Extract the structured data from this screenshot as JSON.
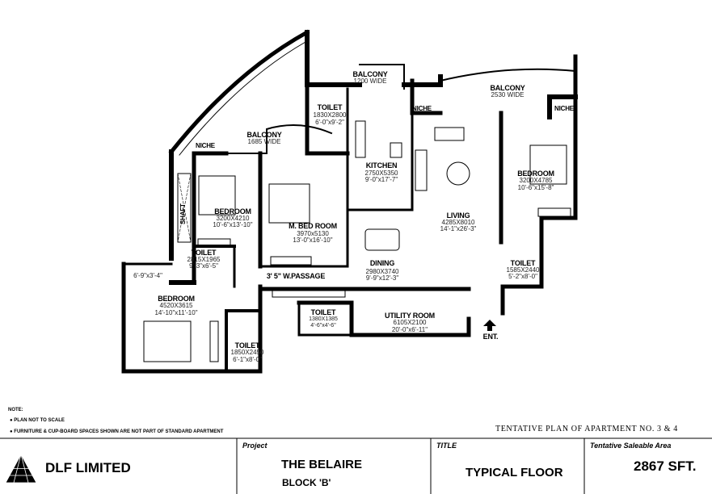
{
  "rooms": {
    "balcony_top": {
      "name": "BALCONY",
      "dim": "1200 WIDE"
    },
    "toilet_top": {
      "name": "TOILET",
      "metric": "1830X2800",
      "imperial": "6'-0\"x9'-2\""
    },
    "balcony_left": {
      "name": "BALCONY",
      "dim": "1685 WIDE"
    },
    "niche_left": {
      "name": "NICHE"
    },
    "kitchen": {
      "name": "KITCHEN",
      "metric": "2750X5350",
      "imperial": "9'-0\"x17'-7\""
    },
    "bedroom_left": {
      "name": "BEDROOM",
      "metric": "3200X4210",
      "imperial": "10'-6\"x13'-10\""
    },
    "shaft": {
      "name": "SHAFT"
    },
    "master_bedroom": {
      "name": "M. BED ROOM",
      "metric": "3970x5130",
      "imperial": "13'-0\"x16'-10\""
    },
    "dining": {
      "name": "DINING",
      "metric": "2980X3740",
      "imperial": "9'-9\"x12'-3\""
    },
    "toilet_left": {
      "name": "TOILET",
      "metric": "2815X1965",
      "imperial": "9'-3\"x6'-5\""
    },
    "passage": {
      "name": "3' 5\" W.PASSAGE"
    },
    "niche_bottom_left": {
      "dim": "6'-9\"x3'-4\""
    },
    "bedroom_bottom": {
      "name": "BEDROOM",
      "metric": "4520X3615",
      "imperial": "14'-10\"x11'-10\""
    },
    "toilet_utility": {
      "name": "TOILET",
      "metric": "1380X1385",
      "imperial": "4'-6\"x4'-6\""
    },
    "utility": {
      "name": "UTILITY ROOM",
      "metric": "6105X2100",
      "imperial": "20'-0\"x6'-11\""
    },
    "toilet_bottom": {
      "name": "TOILET",
      "metric": "1850X2450",
      "imperial": "6'-1\"x8'-0\""
    },
    "living": {
      "name": "LIVING",
      "metric": "4285X8010",
      "imperial": "14'-1\"x26'-3\""
    },
    "balcony_right": {
      "name": "BALCONY",
      "dim": "2530 WIDE"
    },
    "niche_mid": {
      "name": "NICHE"
    },
    "niche_right": {
      "name": "NICHE"
    },
    "bedroom_right": {
      "name": "BEDROOM",
      "metric": "3200X4785",
      "imperial": "10'-6\"x15'-8\""
    },
    "toilet_right": {
      "name": "TOILET",
      "metric": "1585X2440",
      "imperial": "5'-2\"x8'-0\""
    },
    "entrance": {
      "name": "ENT."
    }
  },
  "notes": {
    "heading": "NOTE:",
    "items": [
      "PLAN NOT TO SCALE",
      "FURNITURE & CUP-BOARD SPACES SHOWN ARE NOT PART OF STANDARD APARTMENT"
    ]
  },
  "plan_caption": "TENTATIVE PLAN OF APARTMENT NO. 3 & 4",
  "title_block": {
    "company": "DLF LIMITED",
    "project_label": "Project",
    "project_name": "THE BELAIRE",
    "block": "BLOCK 'B'",
    "title_label": "TITLE",
    "title": "TYPICAL FLOOR",
    "area_label": "Tentative Saleable Area",
    "area": "2867 SFT."
  }
}
